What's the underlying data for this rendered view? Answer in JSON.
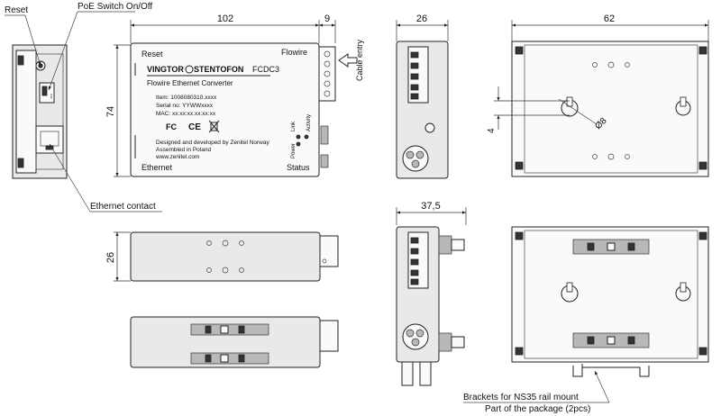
{
  "callouts": {
    "reset": "Reset",
    "poe_switch": "PoE Switch On/Off",
    "ethernet_contact": "Ethernet contact",
    "cable_entry": "Cable entry",
    "brackets_line1": "Brackets for NS35 rail mount",
    "brackets_line2": "Part of the package (2pcs)"
  },
  "dimensions": {
    "front_width": "102",
    "connector_depth": "9",
    "front_height": "74",
    "side_width": "26",
    "back_width": "62",
    "hole_offset": "4",
    "hole_diameter": "Ø8",
    "mounted_width": "37,5",
    "bottom_height": "26"
  },
  "device_label": {
    "reset": "Reset",
    "flowire": "Flowire",
    "brand_left": "VINGTOR",
    "brand_right": "STENTOFON",
    "model": "FCDC3",
    "product_name": "Flowire Ethernet Converter",
    "item": "Item: 1008080310.xxxx",
    "serial": "Serial no: YYWWxxxx",
    "mac": "MAC: xx:xx:xx:xx:xx:xx",
    "designed": "Designed and developed by Zenitel Norway",
    "assembled": "Assembled in Poland",
    "website": "www.zenitel.com",
    "ethernet": "Ethernet",
    "status": "Status",
    "link": "Link",
    "activity": "Activity",
    "power": "Power"
  },
  "icons": [
    "reset-button-icon",
    "poe-switch-icon",
    "rj45-port-icon",
    "fcc-mark-icon",
    "ce-mark-icon",
    "weee-bin-icon",
    "terminal-block-icon",
    "cable-entry-arrow-icon",
    "din-rail-bracket-icon",
    "keyhole-icon"
  ]
}
